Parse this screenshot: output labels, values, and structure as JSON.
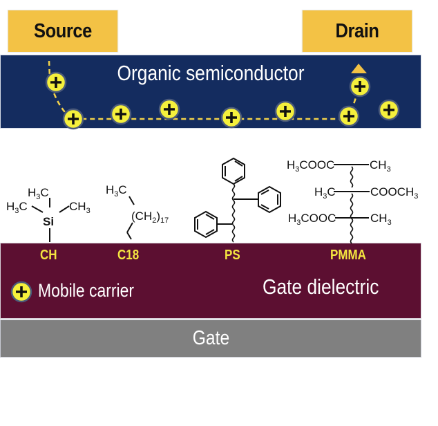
{
  "diagram": {
    "title": "Organic field-effect transistor with dielectric surface modifications",
    "electrodes": {
      "source": "Source",
      "drain": "Drain"
    },
    "layers": {
      "semiconductor": "Organic semiconductor",
      "dielectric": "Gate dielectric",
      "gate": "Gate"
    },
    "legend": {
      "symbol": "+",
      "label": "Mobile carrier"
    },
    "molecules": [
      {
        "id": "CH",
        "label": "CH",
        "formula_parts": [
          "H3C",
          "H3C",
          "CH3",
          "Si"
        ]
      },
      {
        "id": "C18",
        "label": "C18",
        "formula_parts": [
          "H3C",
          "(CH2)17"
        ]
      },
      {
        "id": "PS",
        "label": "PS",
        "formula_parts": [
          "phenyl",
          "phenyl",
          "phenyl"
        ]
      },
      {
        "id": "PMMA",
        "label": "PMMA",
        "formula_parts": [
          "H3COOC",
          "CH3",
          "H3C",
          "COOCH3",
          "H3COOC",
          "CH3"
        ]
      }
    ],
    "carrier_count": 9,
    "colors": {
      "electrode": "#f3c245",
      "semiconductor": "#142c5f",
      "dielectric": "#5c0f31",
      "gate": "#808080",
      "carrier": "#f5f03c",
      "molecule_label": "#f5e640",
      "path": "#f3d24a"
    }
  }
}
